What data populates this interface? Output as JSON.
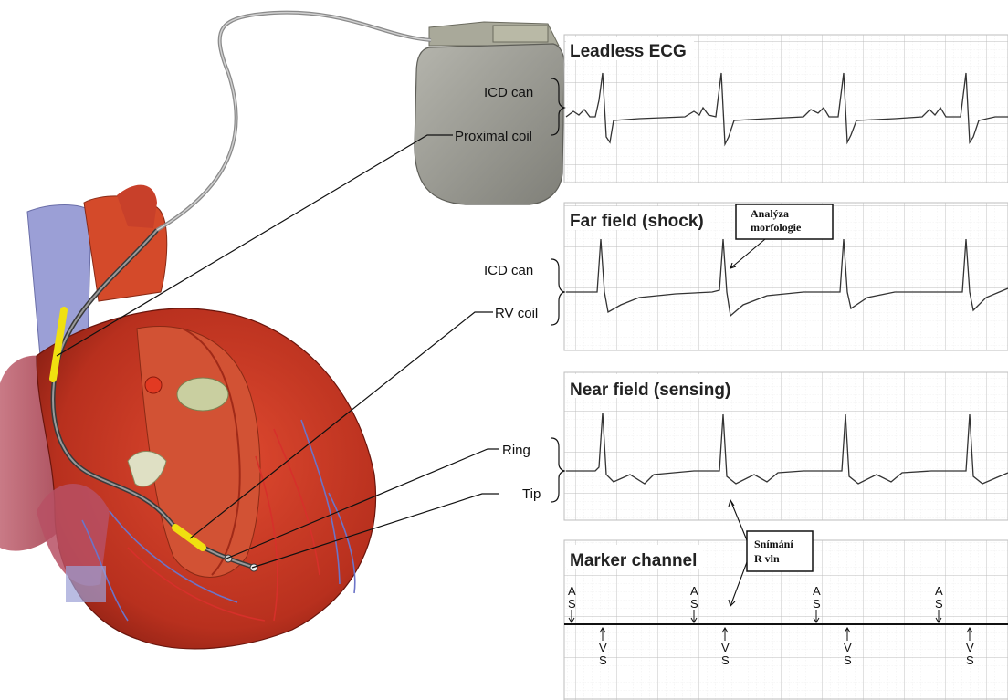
{
  "device_labels": {
    "icd_can": "ICD can",
    "proximal_coil": "Proximal coil"
  },
  "lead_labels": {
    "rv_coil": "RV coil",
    "ring": "Ring",
    "tip": "Tip"
  },
  "panels": [
    {
      "id": "leadless",
      "title": "Leadless ECG",
      "left_labels": [
        "ICD can"
      ]
    },
    {
      "id": "far",
      "title": "Far field (shock)",
      "left_labels": [
        "ICD can",
        "RV coil"
      ]
    },
    {
      "id": "near",
      "title": "Near field (sensing)",
      "left_labels": [
        "Ring",
        "Tip"
      ]
    },
    {
      "id": "marker",
      "title": "Marker channel",
      "left_labels": []
    }
  ],
  "annotations": {
    "morphology": [
      "Analýza",
      "morfologie"
    ],
    "r_wave_sensing": [
      "Snímání",
      "R vln"
    ]
  },
  "markers": {
    "atrial": [
      "A",
      "S"
    ],
    "ventricular": [
      "V",
      "S"
    ]
  },
  "colors": {
    "heart": "#c43a25",
    "vessel": "#8a8fc8",
    "coil": "#f0e010",
    "can": "#9a9a94",
    "grid": "#cfcfcf"
  }
}
